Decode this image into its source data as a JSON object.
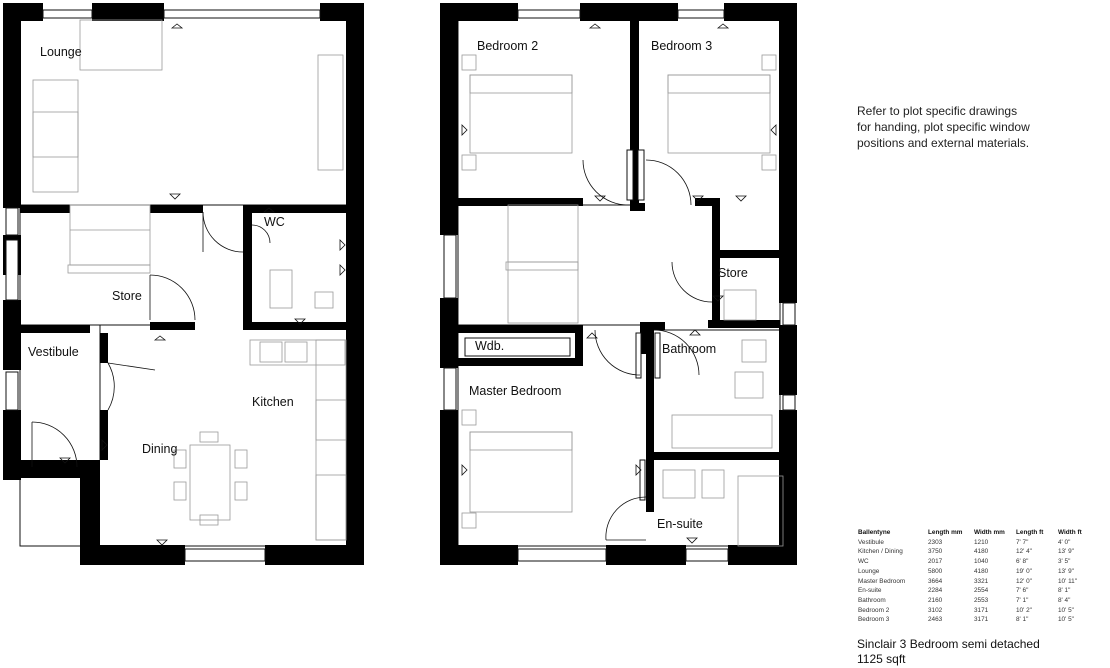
{
  "rooms": {
    "lounge": "Lounge",
    "wc": "WC",
    "store_ground": "Store",
    "vestibule": "Vestibule",
    "kitchen": "Kitchen",
    "dining": "Dining",
    "bedroom2": "Bedroom 2",
    "bedroom3": "Bedroom 3",
    "store_first": "Store",
    "wardrobe": "Wdb.",
    "bathroom": "Bathroom",
    "master_bedroom": "Master Bedroom",
    "ensuite": "En-suite"
  },
  "note": {
    "line1": "Refer to plot specific drawings",
    "line2": "for handing, plot specific window",
    "line3": "positions and external materials."
  },
  "schedule": {
    "headers": [
      "Ballentyne",
      "Length mm",
      "Width mm",
      "Length ft",
      "Width ft"
    ],
    "rows": [
      [
        "Vestibule",
        "2303",
        "1210",
        "7' 7\"",
        "4' 0\""
      ],
      [
        "Kitchen / Dining",
        "3750",
        "4180",
        "12' 4\"",
        "13' 9\""
      ],
      [
        "WC",
        "2017",
        "1040",
        "6' 8\"",
        "3' 5\""
      ],
      [
        "Lounge",
        "5800",
        "4180",
        "19' 0\"",
        "13' 9\""
      ],
      [
        "Master Bedroom",
        "3664",
        "3321",
        "12' 0\"",
        "10' 11\""
      ],
      [
        "En-suite",
        "2284",
        "2554",
        "7' 6\"",
        "8' 1\""
      ],
      [
        "Bathroom",
        "2160",
        "2553",
        "7' 1\"",
        "8' 4\""
      ],
      [
        "Bedroom 2",
        "3102",
        "3171",
        "10' 2\"",
        "10' 5\""
      ],
      [
        "Bedroom 3",
        "2463",
        "3171",
        "8' 1\"",
        "10' 5\""
      ]
    ]
  },
  "caption": {
    "title": "Sinclair 3 Bedroom semi detached",
    "area": "1125 sqft"
  }
}
